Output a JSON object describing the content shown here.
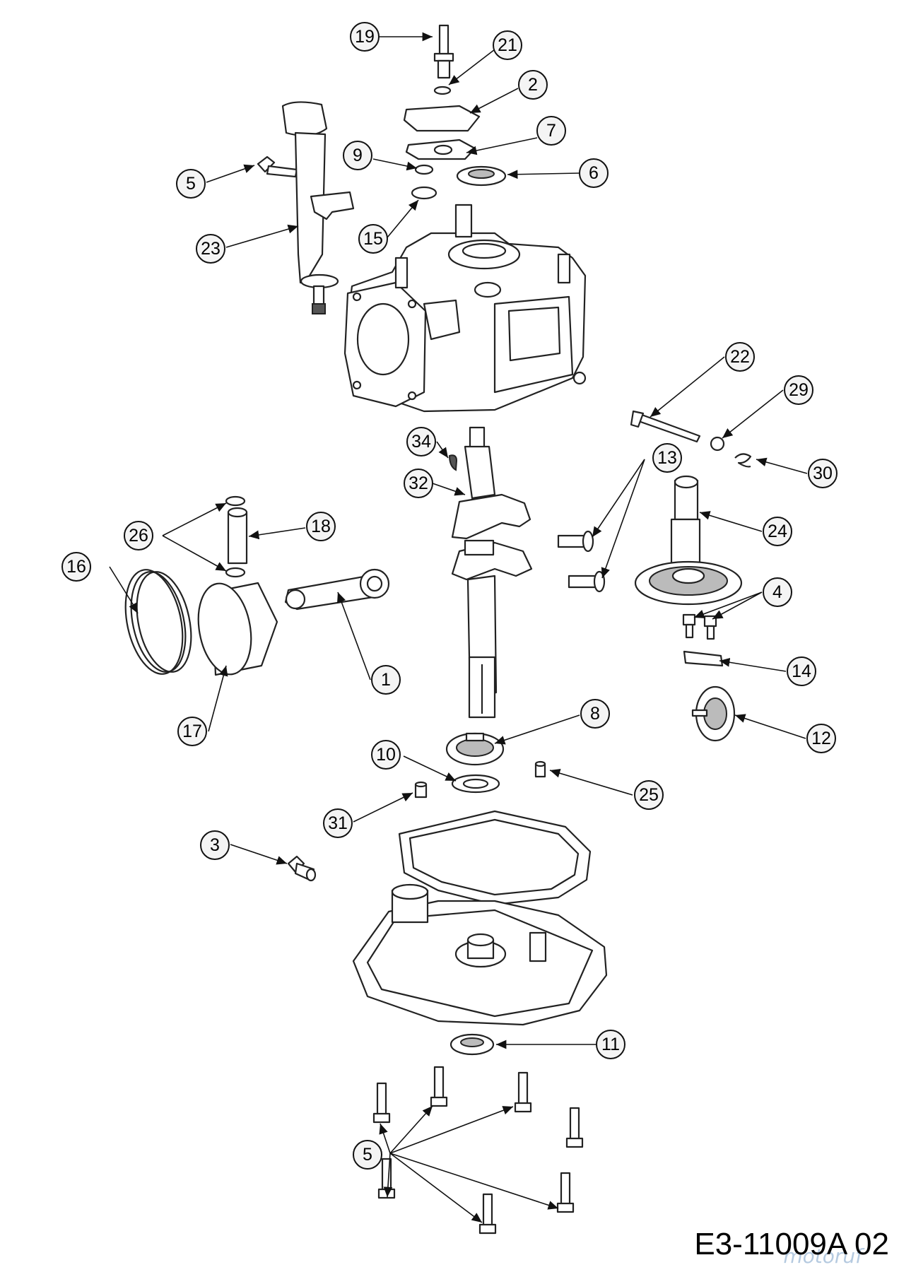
{
  "drawing_code": "E3-11009A 02",
  "watermark": "motoruf",
  "callout_labels": {
    "c19": "19",
    "c21": "21",
    "c2": "2",
    "c7": "7",
    "c9": "9",
    "c6": "6",
    "c5top": "5",
    "c15": "15",
    "c23": "23",
    "c22": "22",
    "c29": "29",
    "c34": "34",
    "c13": "13",
    "c30": "30",
    "c32": "32",
    "c26": "26",
    "c18": "18",
    "c24": "24",
    "c16": "16",
    "c4": "4",
    "c1": "1",
    "c14": "14",
    "c17": "17",
    "c8": "8",
    "c12": "12",
    "c10": "10",
    "c25": "25",
    "c31": "31",
    "c3": "3",
    "c11": "11",
    "c5bot": "5"
  },
  "colors": {
    "line": "#222222",
    "callout_fill": "#f4f4f4",
    "watermark": "#7aa0c8"
  }
}
